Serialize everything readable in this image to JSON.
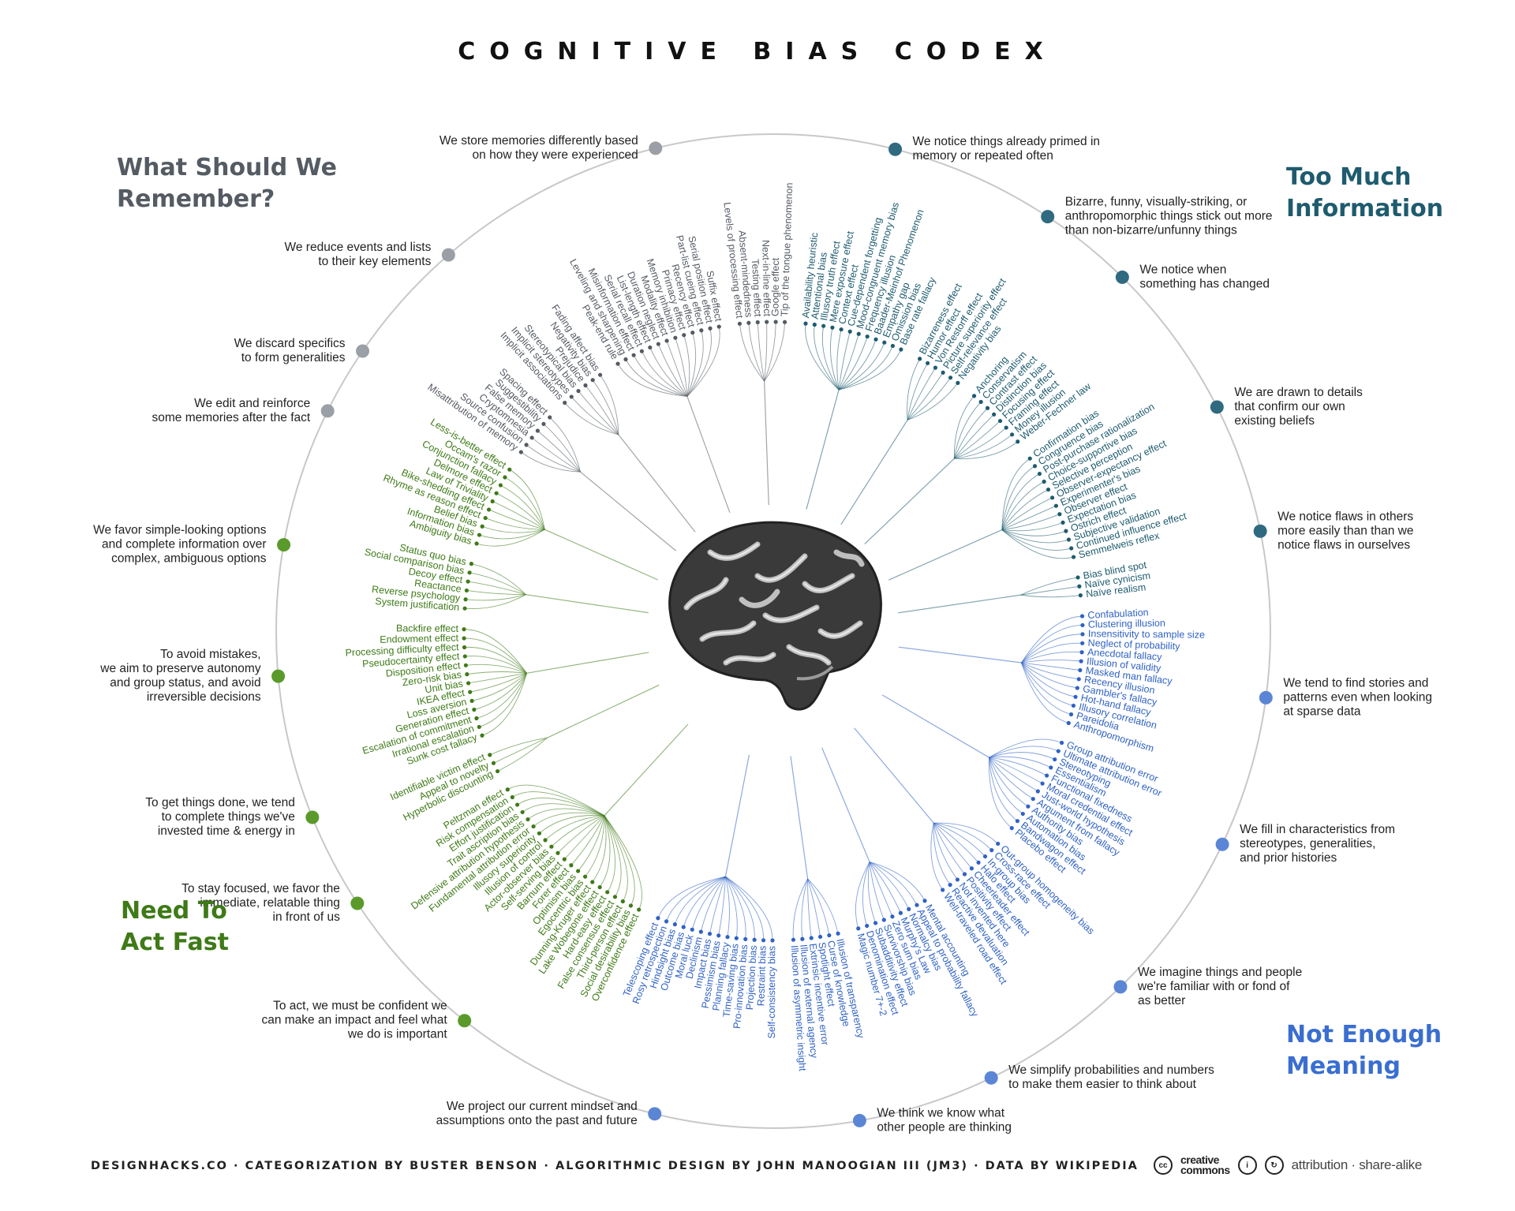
{
  "title": "COGNITIVE BIAS CODEX",
  "footer": {
    "credits": "DESIGNHACKS.CO · CATEGORIZATION BY BUSTER BENSON · ALGORITHMIC DESIGN BY JOHN MANOOGIAN III (JM3) · DATA BY WIKIPEDIA",
    "cc_line1": "creative",
    "cc_line2": "commons",
    "license": "attribution · share-alike"
  },
  "quadrants": [
    {
      "id": "remember",
      "lines": [
        "What Should We",
        "Remember?"
      ],
      "color": "#555b63"
    },
    {
      "id": "toomuch",
      "lines": [
        "Too Much",
        "Information"
      ],
      "color": "#1e5b6e"
    },
    {
      "id": "actfast",
      "lines": [
        "Need To",
        "Act Fast"
      ],
      "color": "#3e7a17"
    },
    {
      "id": "meaning",
      "lines": [
        "Not Enough",
        "Meaning"
      ],
      "color": "#3a6ed0"
    }
  ],
  "groups": [
    {
      "quadrant": "toomuch",
      "color": "#1e5b6e",
      "dot": "#2f6a80",
      "label": [
        "We notice things already primed in",
        "memory or repeated often"
      ],
      "biases": [
        "Availability heuristic",
        "Attentional bias",
        "Illusory truth effect",
        "Mere exposure effect",
        "Context effect",
        "Cue-dependent forgetting",
        "Mood-congruent memory bias",
        "Frequency illusion",
        "Baader-Meinhof Phenomenon",
        "Empathy gap",
        "Omission bias",
        "Base rate fallacy"
      ]
    },
    {
      "quadrant": "toomuch",
      "color": "#1e5b6e",
      "dot": "#2f6a80",
      "label": [
        "Bizarre, funny, visually-striking, or",
        "anthropomorphic things stick out more",
        "than non-bizarre/unfunny things"
      ],
      "biases": [
        "Bizarreness effect",
        "Humor effect",
        "Von Restorff effect",
        "Picture superiority effect",
        "Self-relevance effect",
        "Negativity bias"
      ]
    },
    {
      "quadrant": "toomuch",
      "color": "#1e5b6e",
      "dot": "#2f6a80",
      "label": [
        "We notice when",
        "something has changed"
      ],
      "biases": [
        "Anchoring",
        "Conservatism",
        "Contrast effect",
        "Distinction bias",
        "Focusing effect",
        "Framing effect",
        "Money illusion",
        "Weber-Fechner law"
      ]
    },
    {
      "quadrant": "toomuch",
      "color": "#1e5b6e",
      "dot": "#2f6a80",
      "label": [
        "We are drawn to details",
        "that confirm our own",
        "existing beliefs"
      ],
      "biases": [
        "Confirmation bias",
        "Congruence bias",
        "Post-purchase rationalization",
        "Choice-supportive bias",
        "Selective perception",
        "Observer-expectancy effect",
        "Experimenter's bias",
        "Observer effect",
        "Expectation bias",
        "Ostrich effect",
        "Subjective validation",
        "Continued influence effect",
        "Semmelweis reflex"
      ]
    },
    {
      "quadrant": "toomuch",
      "color": "#1e5b6e",
      "dot": "#2f6a80",
      "label": [
        "We notice flaws in others",
        "more easily than than we",
        "notice flaws in ourselves"
      ],
      "biases": [
        "Bias blind spot",
        "Naïve cynicism",
        "Naïve realism"
      ]
    },
    {
      "quadrant": "meaning",
      "color": "#2f62c4",
      "dot": "#5b86d6",
      "label": [
        "We tend to find stories and",
        "patterns even when looking",
        "at sparse data"
      ],
      "biases": [
        "Confabulation",
        "Clustering illusion",
        "Insensitivity to sample size",
        "Neglect of probability",
        "Anecdotal fallacy",
        "Illusion of validity",
        "Masked man fallacy",
        "Recency illusion",
        "Gambler's fallacy",
        "Hot-hand fallacy",
        "Illusory correlation",
        "Pareidolia",
        "Anthropomorphism"
      ]
    },
    {
      "quadrant": "meaning",
      "color": "#2f62c4",
      "dot": "#5b86d6",
      "label": [
        "We fill in characteristics from",
        "stereotypes, generalities,",
        "and prior histories"
      ],
      "biases": [
        "Group attribution error",
        "Ultimate attribution error",
        "Stereotyping",
        "Essentialism",
        "Functional fixedness",
        "Moral credential effect",
        "Just-world hypothesis",
        "Argument from fallacy",
        "Authority bias",
        "Automation bias",
        "Bandwagon effect",
        "Placebo effect"
      ]
    },
    {
      "quadrant": "meaning",
      "color": "#2f62c4",
      "dot": "#5b86d6",
      "label": [
        "We imagine things and people",
        "we're familiar with or fond of",
        "as better"
      ],
      "biases": [
        "Out-group homogeneity bias",
        "Cross-race effect",
        "In-group bias",
        "Halo effect",
        "Cheerleader effect",
        "Positivity effect",
        "Not invented here",
        "Reactive devaluation",
        "Well-traveled road effect"
      ]
    },
    {
      "quadrant": "meaning",
      "color": "#2f62c4",
      "dot": "#5b86d6",
      "label": [
        "We simplify probabilities and numbers",
        "to make them easier to think about"
      ],
      "biases": [
        "Mental accounting",
        "Appeal to probability fallacy",
        "Normalcy bias",
        "Murphy's Law",
        "Zero sum bias",
        "Survivorship bias",
        "Subadditivity effect",
        "Denomination effect",
        "Magic number 7+-2"
      ]
    },
    {
      "quadrant": "meaning",
      "color": "#2f62c4",
      "dot": "#5b86d6",
      "label": [
        "We think we know what",
        "other people are thinking"
      ],
      "biases": [
        "Illusion of transparency",
        "Curse of knowledge",
        "Spotlight effect",
        "Extrinsic incentive error",
        "Illusion of external agency",
        "Illusion of asymmetric insight"
      ]
    },
    {
      "quadrant": "meaning",
      "color": "#2f62c4",
      "dot": "#5b86d6",
      "label": [
        "We project our current mindset and",
        "assumptions onto the past and future"
      ],
      "biases": [
        "Self-consistency bias",
        "Restraint bias",
        "Projection bias",
        "Pro-innovation bias",
        "Time-saving bias",
        "Planning fallacy",
        "Pessimism bias",
        "Impact bias",
        "Declinism",
        "Moral luck",
        "Outcome bias",
        "Hindsight bias",
        "Rosy retrospection",
        "Telescoping effect"
      ]
    },
    {
      "quadrant": "actfast",
      "color": "#3e7a17",
      "dot": "#5a9a2a",
      "label": [
        "To act, we must be confident we",
        "can make an impact and feel what",
        "we do is important"
      ],
      "biases": [
        "Overconfidence effect",
        "Social desirability bias",
        "Third-person effect",
        "False consensus effect",
        "Hard-easy effect",
        "Lake Wobegone effect",
        "Dunning-Kruger effect",
        "Egocentric bias",
        "Optimism bias",
        "Forer effect",
        "Barnum effect",
        "Self-serving bias",
        "Actor-observer bias",
        "Illusion of control",
        "Illusory superiority",
        "Fundamental attribution error",
        "Defensive attribution hypothesis",
        "Trait ascription bias",
        "Effort justification",
        "Risk compensation",
        "Peltzman effect"
      ]
    },
    {
      "quadrant": "actfast",
      "color": "#3e7a17",
      "dot": "#5a9a2a",
      "label": [
        "To stay focused, we favor the",
        "immediate, relatable thing",
        "in front of us"
      ],
      "biases": [
        "Hyperbolic discounting",
        "Appeal to novelty",
        "Identifiable victim effect"
      ]
    },
    {
      "quadrant": "actfast",
      "color": "#3e7a17",
      "dot": "#5a9a2a",
      "label": [
        "To get things done, we tend",
        "to complete things we've",
        "invested time & energy in"
      ],
      "biases": [
        "Sunk cost fallacy",
        "Irrational escalation",
        "Escalation of commitment",
        "Generation effect",
        "Loss aversion",
        "IKEA effect",
        "Unit bias",
        "Zero-risk bias",
        "Disposition effect",
        "Pseudocertainty effect",
        "Processing difficulty effect",
        "Endowment effect",
        "Backfire effect"
      ]
    },
    {
      "quadrant": "actfast",
      "color": "#3e7a17",
      "dot": "#5a9a2a",
      "label": [
        "To avoid mistakes,",
        "we aim to preserve autonomy",
        "and group status, and avoid",
        "irreversible decisions"
      ],
      "biases": [
        "System justification",
        "Reverse psychology",
        "Reactance",
        "Decoy effect",
        "Social comparison bias",
        "Status quo bias"
      ]
    },
    {
      "quadrant": "actfast",
      "color": "#3e7a17",
      "dot": "#5a9a2a",
      "label": [
        "We favor simple-looking options",
        "and complete information over",
        "complex, ambiguous options"
      ],
      "biases": [
        "Ambiguity bias",
        "Information bias",
        "Belief bias",
        "Rhyme as reason effect",
        "Bike-shedding effect",
        "Law of Triviality",
        "Delmore effect",
        "Conjunction fallacy",
        "Occam's razor",
        "Less-is-better effect"
      ]
    },
    {
      "quadrant": "remember",
      "color": "#555b63",
      "dot": "#9aa0a6",
      "label": [
        "We edit and reinforce",
        "some memories after the fact"
      ],
      "biases": [
        "Misattribution of memory",
        "Source confusion",
        "Cryptomnesia",
        "False memory",
        "Suggestibility",
        "Spacing effect"
      ]
    },
    {
      "quadrant": "remember",
      "color": "#555b63",
      "dot": "#9aa0a6",
      "label": [
        "We discard specifics",
        "to form generalities"
      ],
      "biases": [
        "Implicit associations",
        "Implicit stereotypes",
        "Stereotypical bias",
        "Prejudice",
        "Negativity bias",
        "Fading affect bias"
      ]
    },
    {
      "quadrant": "remember",
      "color": "#555b63",
      "dot": "#9aa0a6",
      "label": [
        "We reduce events and lists",
        "to their key elements"
      ],
      "biases": [
        "Peak-end rule",
        "Leveling and sharpening",
        "Misinformation effect",
        "Serial recall effect",
        "List-length effect",
        "Duration neglect",
        "Modality effect",
        "Memory inhibition",
        "Primacy effect",
        "Recency effect",
        "Part-list cueing effect",
        "Serial position effect",
        "Suffix effect"
      ]
    },
    {
      "quadrant": "remember",
      "color": "#555b63",
      "dot": "#9aa0a6",
      "label": [
        "We store memories differently based",
        "on how they were experienced"
      ],
      "biases": [
        "Levels of processing effect",
        "Absent-mindedness",
        "Testing effect",
        "Next-in-line effect",
        "Google effect",
        "Tip of the tongue phenomenon"
      ]
    }
  ]
}
